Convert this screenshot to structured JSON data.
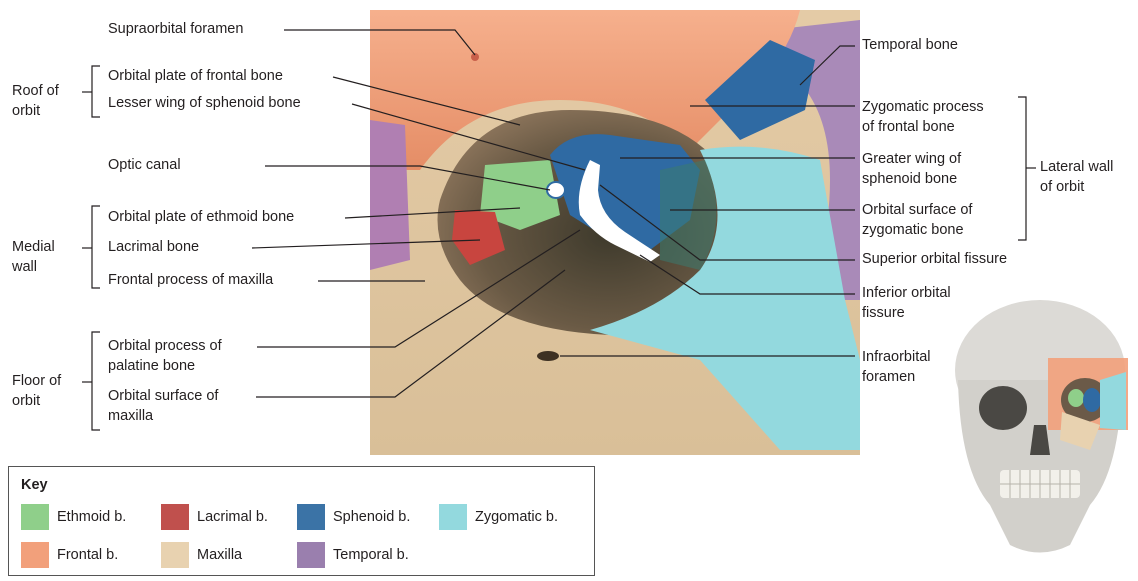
{
  "labels": {
    "supraorbital_foramen": "Supraorbital foramen",
    "orbital_plate_frontal": "Orbital plate of frontal bone",
    "lesser_wing_sphenoid": "Lesser wing of sphenoid bone",
    "optic_canal": "Optic canal",
    "orbital_plate_ethmoid": "Orbital plate of ethmoid bone",
    "lacrimal_bone": "Lacrimal bone",
    "frontal_process_maxilla": "Frontal process of maxilla",
    "orbital_process_palatine_1": "Orbital process of",
    "orbital_process_palatine_2": "palatine bone",
    "orbital_surface_maxilla_1": "Orbital surface of",
    "orbital_surface_maxilla_2": "maxilla",
    "temporal_bone": "Temporal bone",
    "zygomatic_process_1": "Zygomatic process",
    "zygomatic_process_2": "of frontal bone",
    "greater_wing_1": "Greater wing of",
    "greater_wing_2": "sphenoid bone",
    "orbital_surface_zygomatic_1": "Orbital surface of",
    "orbital_surface_zygomatic_2": "zygomatic bone",
    "superior_orbital_fissure": "Superior orbital fissure",
    "inferior_orbital_fissure_1": "Inferior orbital",
    "inferior_orbital_fissure_2": "fissure",
    "infraorbital_foramen_1": "Infraorbital",
    "infraorbital_foramen_2": "foramen"
  },
  "groups": {
    "roof_1": "Roof of",
    "roof_2": "orbit",
    "medial_1": "Medial",
    "medial_2": "wall",
    "floor_1": "Floor of",
    "floor_2": "orbit",
    "lateral_1": "Lateral wall",
    "lateral_2": "of orbit"
  },
  "key": {
    "title": "Key",
    "items": [
      {
        "label": "Ethmoid b.",
        "color": "#8fcf8a"
      },
      {
        "label": "Lacrimal b.",
        "color": "#c0504d"
      },
      {
        "label": "Sphenoid b.",
        "color": "#3b73a6"
      },
      {
        "label": "Zygomatic b.",
        "color": "#93d9de"
      },
      {
        "label": "Frontal b.",
        "color": "#f2a07b"
      },
      {
        "label": "Maxilla",
        "color": "#e8d2b0"
      },
      {
        "label": "Temporal b.",
        "color": "#9a7fae"
      }
    ]
  },
  "colors": {
    "frontal": "#f2a07b",
    "sphenoid": "#2f6aa3",
    "ethmoid": "#8fcf8a",
    "lacrimal": "#c8453f",
    "zygomatic": "#93d9de",
    "maxilla": "#e8d2b0",
    "temporal": "#a98ab8",
    "line": "#231f20"
  }
}
